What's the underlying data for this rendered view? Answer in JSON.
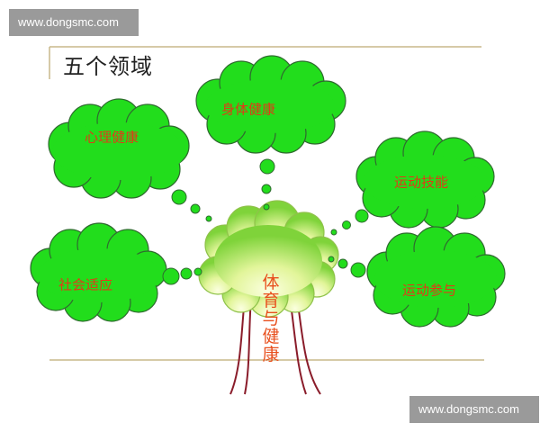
{
  "watermark": {
    "top": "www.dongsmc.com",
    "bottom": "www.dongsmc.com"
  },
  "title": "五个领域",
  "center": {
    "chars": [
      "体",
      "育",
      "与",
      "健",
      "康"
    ]
  },
  "clouds": [
    {
      "id": "physical-health",
      "label": "身体健康"
    },
    {
      "id": "mental-health",
      "label": "心理健康"
    },
    {
      "id": "motor-skills",
      "label": "运动技能"
    },
    {
      "id": "social-adaptation",
      "label": "社会适应"
    },
    {
      "id": "sports-participation",
      "label": "运动参与"
    }
  ],
  "colors": {
    "cloud_fill": "#22dd1c",
    "cloud_stroke": "#2f6b2f",
    "label_text": "#e13a17",
    "crown_light": "#f7ffcf",
    "crown_green": "#8fd63a",
    "trunk_stroke": "#8a1c2a",
    "line": "#c8b98a"
  }
}
